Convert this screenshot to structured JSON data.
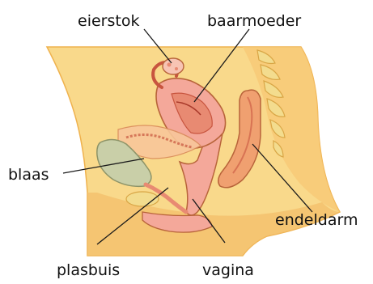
{
  "labels": {
    "ovary": "eierstok",
    "uterus": "baarmoeder",
    "bladder": "blaas",
    "rectum": "endeldarm",
    "urethra": "plasbuis",
    "vagina": "vagina"
  },
  "colors": {
    "skin": "#f9d98b",
    "skin_dark": "#efb24e",
    "pelvis": "#f8c878",
    "organ_pink": "#f4a89a",
    "organ_deep": "#e88a72",
    "lining": "#c8553f",
    "bladder": "#c9cfa8",
    "bone": "#f3dc8e",
    "outline": "#3a2a1a"
  }
}
